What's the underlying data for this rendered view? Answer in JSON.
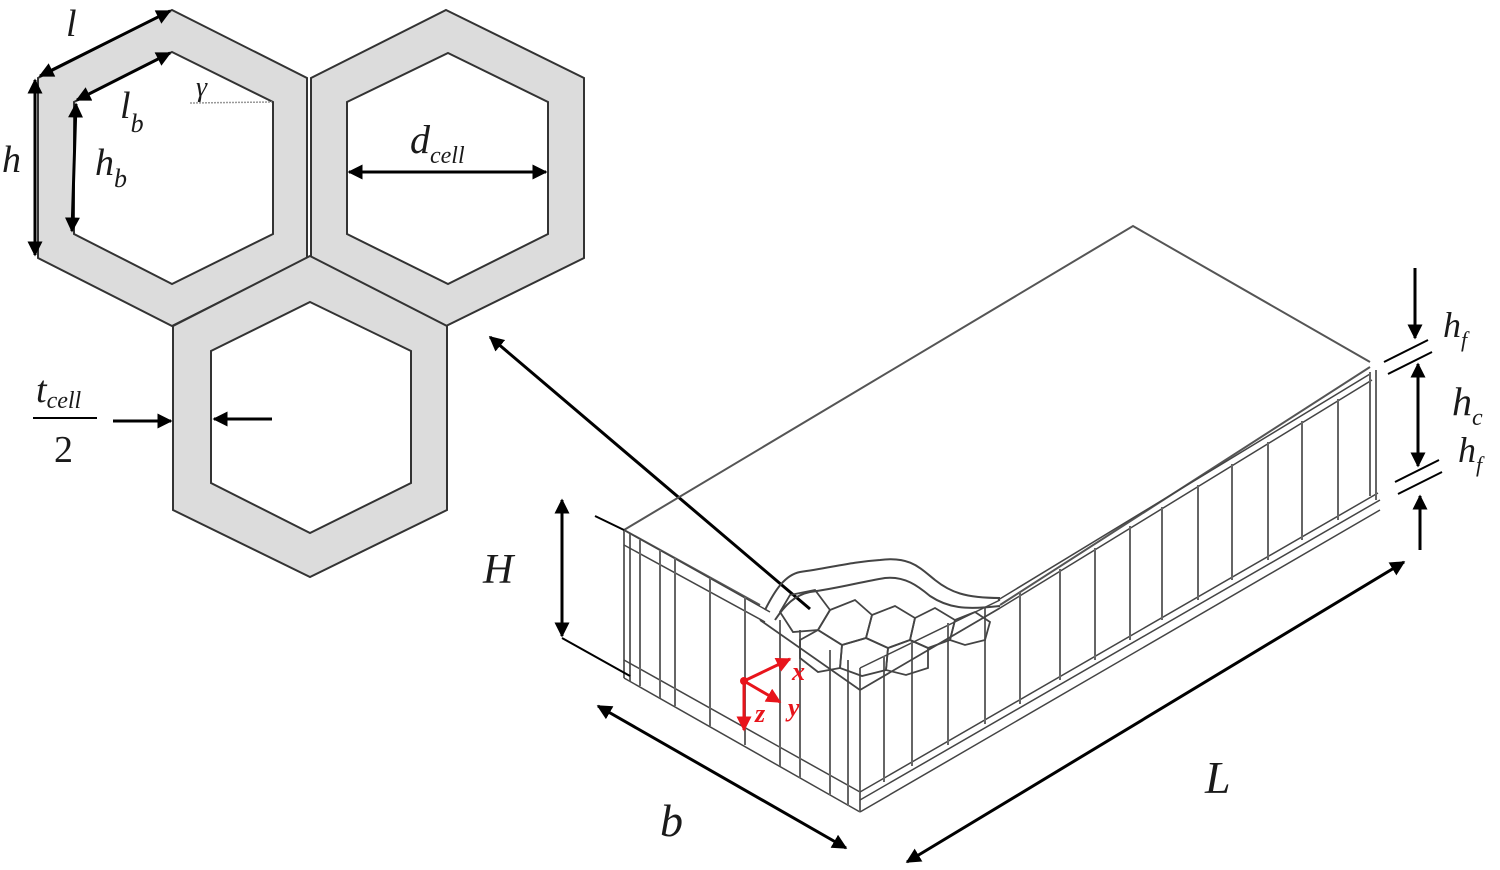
{
  "figure": {
    "description": "Hexagonal honeycomb unit cell geometry and sandwich panel schematic",
    "unit_cell": {
      "labels": {
        "l": "l",
        "l_b": "l",
        "l_b_sub": "b",
        "h": "h",
        "h_b": "h",
        "h_b_sub": "b",
        "gamma": "γ",
        "d_cell": "d",
        "d_cell_sub": "cell",
        "t_cell_num": "t",
        "t_cell_sub": "cell",
        "t_cell_den": "2"
      },
      "wall_color": "#dcdcdc"
    },
    "panel": {
      "labels": {
        "H": "H",
        "b": "b",
        "L": "L",
        "h_f_top": "h",
        "h_f_top_sub": "f",
        "h_c": "h",
        "h_c_sub": "c",
        "h_f_bottom": "h",
        "h_f_bottom_sub": "f"
      },
      "axes": {
        "x": "x",
        "y": "y",
        "z": "z",
        "color": "#e8141b"
      }
    }
  }
}
